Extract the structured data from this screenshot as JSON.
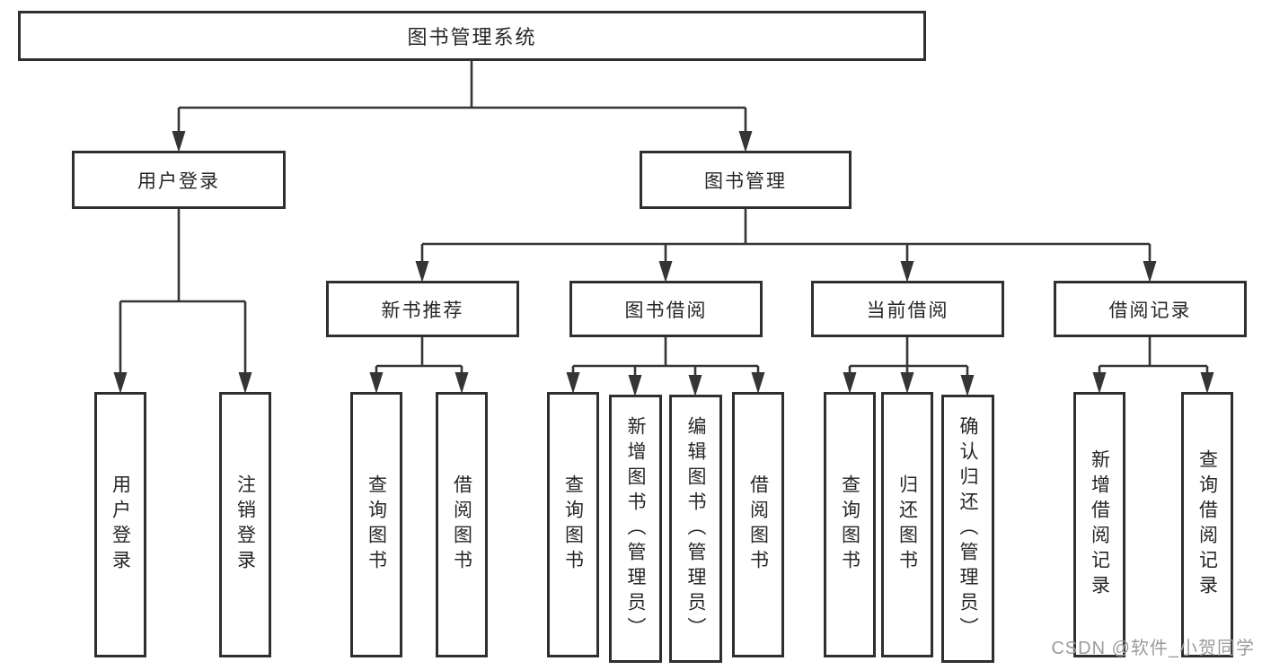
{
  "tree": {
    "root": "图书管理系统",
    "user_login_branch": {
      "label": "用户登录",
      "children": [
        "用户登录",
        "注销登录"
      ]
    },
    "book_mgmt_branch": {
      "label": "图书管理",
      "sections": [
        {
          "label": "新书推荐",
          "children": [
            "查询图书",
            "借阅图书"
          ]
        },
        {
          "label": "图书借阅",
          "children": [
            "查询图书",
            "新增图书（管理员）",
            "编辑图书（管理员）",
            "借阅图书"
          ]
        },
        {
          "label": "当前借阅",
          "children": [
            "查询图书",
            "归还图书",
            "确认归还（管理员）"
          ]
        },
        {
          "label": "借阅记录",
          "children": [
            "新增借阅记录",
            "查询借阅记录"
          ]
        }
      ]
    }
  },
  "watermark": "CSDN @软件_小贺同学"
}
